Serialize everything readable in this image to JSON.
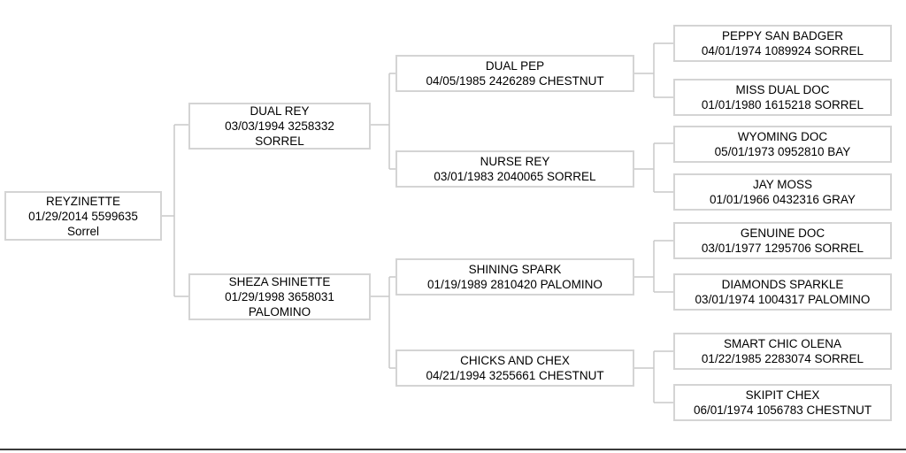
{
  "pedigree": {
    "subject": {
      "name": "REYZINETTE",
      "info": "01/29/2014 5599635",
      "color": "Sorrel"
    },
    "sire": {
      "name": "DUAL REY",
      "info": "03/03/1994 3258332",
      "color": "SORREL"
    },
    "dam": {
      "name": "SHEZA SHINETTE",
      "info": "01/29/1998 3658031",
      "color": "PALOMINO"
    },
    "sire_sire": {
      "name": "DUAL PEP",
      "info": "04/05/1985 2426289 CHESTNUT"
    },
    "sire_dam": {
      "name": "NURSE REY",
      "info": "03/01/1983 2040065 SORREL"
    },
    "dam_sire": {
      "name": "SHINING SPARK",
      "info": "01/19/1989 2810420 PALOMINO"
    },
    "dam_dam": {
      "name": "CHICKS AND CHEX",
      "info": "04/21/1994 3255661 CHESTNUT"
    },
    "ggp": [
      {
        "name": "PEPPY SAN BADGER",
        "info": "04/01/1974 1089924 SORREL"
      },
      {
        "name": "MISS DUAL DOC",
        "info": "01/01/1980 1615218 SORREL"
      },
      {
        "name": "WYOMING DOC",
        "info": "05/01/1973 0952810 BAY"
      },
      {
        "name": "JAY MOSS",
        "info": "01/01/1966 0432316 GRAY"
      },
      {
        "name": "GENUINE DOC",
        "info": "03/01/1977 1295706 SORREL"
      },
      {
        "name": "DIAMONDS SPARKLE",
        "info": "03/01/1974 1004317 PALOMINO"
      },
      {
        "name": "SMART CHIC OLENA",
        "info": "01/22/1985 2283074 SORREL"
      },
      {
        "name": "SKIPIT CHEX",
        "info": "06/01/1974 1056783 CHESTNUT"
      }
    ]
  },
  "colors": {
    "box_border": "#d4d4d4",
    "connector": "#c8c8c8",
    "footer_rule": "#3a3a3a"
  }
}
